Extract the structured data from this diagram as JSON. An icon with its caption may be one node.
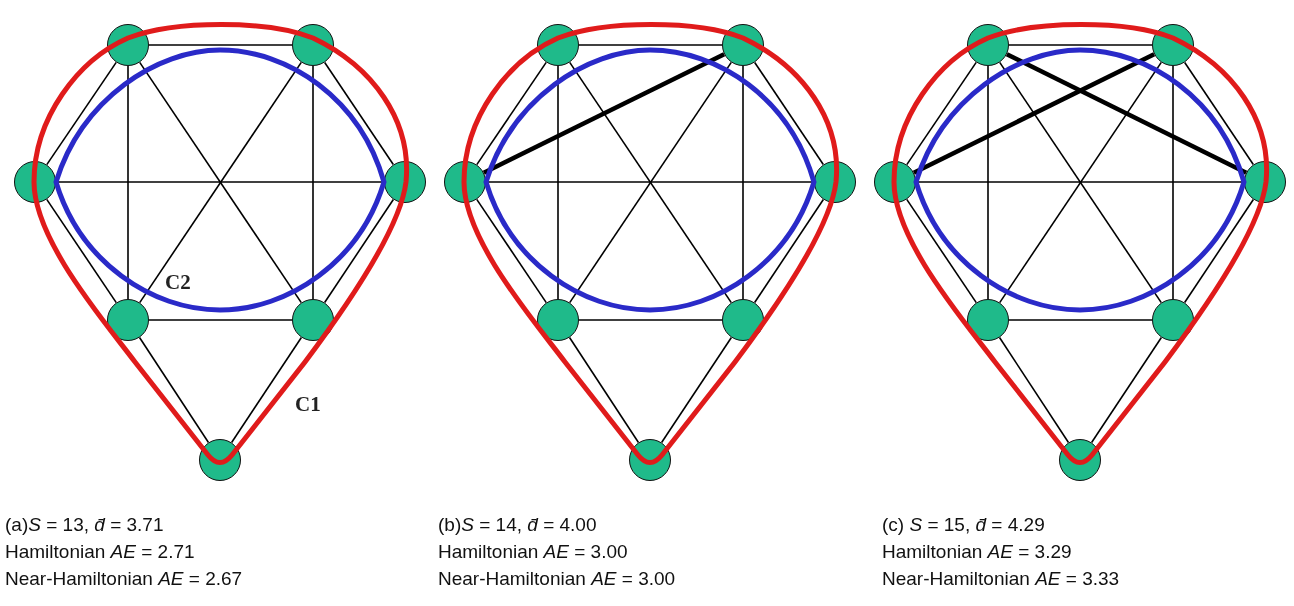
{
  "diagram": {
    "nodes": [
      {
        "text": [],
        "shape": "circle"
      },
      {
        "text": [],
        "shape": "circle"
      },
      {
        "text": [],
        "shape": "circle"
      },
      {
        "text": [],
        "shape": "circle"
      },
      {
        "text": [],
        "shape": "circle"
      },
      {
        "text": [],
        "shape": "circle"
      },
      {
        "text": [],
        "shape": "circle"
      },
      {
        "text": [],
        "shape": "circle"
      },
      {
        "text": [],
        "shape": "circle"
      },
      {
        "text": [],
        "shape": "circle"
      },
      {
        "text": [],
        "shape": "circle"
      },
      {
        "text": [],
        "shape": "circle"
      },
      {
        "text": [],
        "shape": "circle"
      },
      {
        "text": [],
        "shape": "circle"
      },
      {
        "text": [],
        "shape": "circle"
      },
      {
        "text": [],
        "shape": "circle"
      },
      {
        "text": [],
        "shape": "circle"
      },
      {
        "text": [],
        "shape": "circle"
      },
      {
        "text": [],
        "shape": "circle"
      },
      {
        "text": [],
        "shape": "circle"
      },
      {
        "text": [],
        "shape": "circle"
      }
    ],
    "edges": [
      {
        "from": 0,
        "to": 1,
        "arrow": "none"
      },
      {
        "from": 1,
        "to": 3,
        "arrow": "none"
      },
      {
        "from": 3,
        "to": 5,
        "arrow": "none"
      },
      {
        "from": 5,
        "to": 4,
        "arrow": "none"
      },
      {
        "from": 4,
        "to": 2,
        "arrow": "none"
      },
      {
        "from": 2,
        "to": 0,
        "arrow": "none"
      },
      {
        "from": 0,
        "to": 4,
        "arrow": "none"
      },
      {
        "from": 1,
        "to": 5,
        "arrow": "none"
      },
      {
        "from": 2,
        "to": 3,
        "arrow": "none"
      },
      {
        "from": 0,
        "to": 5,
        "arrow": "none"
      },
      {
        "from": 1,
        "to": 4,
        "arrow": "none"
      },
      {
        "from": 4,
        "to": 6,
        "arrow": "none"
      },
      {
        "from": 5,
        "to": 6,
        "arrow": "none"
      },
      {
        "from": 7,
        "to": 8,
        "arrow": "none"
      },
      {
        "from": 8,
        "to": 10,
        "arrow": "none"
      },
      {
        "from": 10,
        "to": 12,
        "arrow": "none"
      },
      {
        "from": 12,
        "to": 11,
        "arrow": "none"
      },
      {
        "from": 11,
        "to": 9,
        "arrow": "none"
      },
      {
        "from": 9,
        "to": 7,
        "arrow": "none"
      },
      {
        "from": 7,
        "to": 11,
        "arrow": "none"
      },
      {
        "from": 8,
        "to": 12,
        "arrow": "none"
      },
      {
        "from": 9,
        "to": 10,
        "arrow": "none"
      },
      {
        "from": 7,
        "to": 12,
        "arrow": "none"
      },
      {
        "from": 8,
        "to": 11,
        "arrow": "none"
      },
      {
        "from": 11,
        "to": 13,
        "arrow": "none"
      },
      {
        "from": 12,
        "to": 13,
        "arrow": "none"
      },
      {
        "from": 9,
        "to": 8,
        "arrow": "none",
        "style": "thick"
      },
      {
        "from": 14,
        "to": 15,
        "arrow": "none"
      },
      {
        "from": 15,
        "to": 17,
        "arrow": "none"
      },
      {
        "from": 17,
        "to": 19,
        "arrow": "none"
      },
      {
        "from": 19,
        "to": 18,
        "arrow": "none"
      },
      {
        "from": 18,
        "to": 16,
        "arrow": "none"
      },
      {
        "from": 16,
        "to": 14,
        "arrow": "none"
      },
      {
        "from": 14,
        "to": 18,
        "arrow": "none"
      },
      {
        "from": 15,
        "to": 19,
        "arrow": "none"
      },
      {
        "from": 16,
        "to": 17,
        "arrow": "none"
      },
      {
        "from": 14,
        "to": 19,
        "arrow": "none"
      },
      {
        "from": 15,
        "to": 18,
        "arrow": "none"
      },
      {
        "from": 18,
        "to": 20,
        "arrow": "none"
      },
      {
        "from": 19,
        "to": 20,
        "arrow": "none"
      },
      {
        "from": 16,
        "to": 15,
        "arrow": "none",
        "style": "thick"
      },
      {
        "from": 14,
        "to": 17,
        "arrow": "none",
        "style": "thick"
      }
    ],
    "labels": [
      "C2",
      "C1",
      "(a)*S* = 13, *d̄* = 3.71",
      "(b)*S* = 14, *d̄* = 4.00",
      "(c) *S* = 15, *d̄* = 4.29",
      "Hamiltonian *AE* = 2.71",
      "Hamiltonian *AE* = 3.00",
      "Hamiltonian *AE* = 3.29",
      "Near-Hamiltonian *AE* = 2.67",
      "Near-Hamiltonian *AE* = 3.00",
      "Near-Hamiltonian *AE* = 3.33"
    ]
  }
}
